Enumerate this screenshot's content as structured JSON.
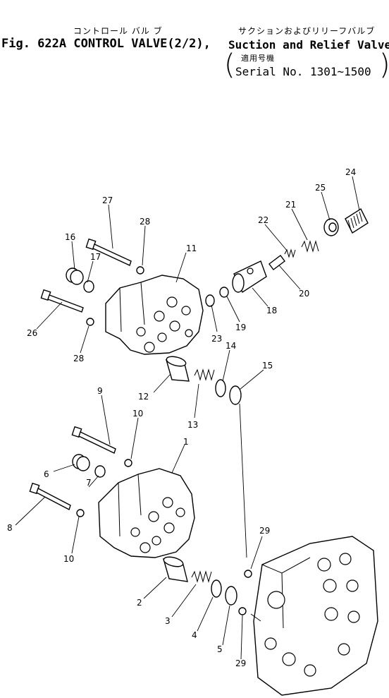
{
  "header": {
    "jp_left": "コントロール バル ブ",
    "title_left": "Fig. 622A CONTROL VALVE(2/2),",
    "jp_right": "サクションおよびリリーフバルブ",
    "title_right": "Suction and Relief Valve",
    "applicable_jp": "適用号機",
    "serial": "Serial No. 1301~1500"
  },
  "callouts": {
    "n1": "1",
    "n2": "2",
    "n3": "3",
    "n4": "4",
    "n5": "5",
    "n6": "6",
    "n7": "7",
    "n8": "8",
    "n9": "9",
    "n10a": "10",
    "n10b": "10",
    "n11": "11",
    "n12": "12",
    "n13": "13",
    "n14": "14",
    "n15": "15",
    "n16": "16",
    "n17": "17",
    "n18": "18",
    "n19": "19",
    "n20": "20",
    "n21": "21",
    "n22": "22",
    "n23": "23",
    "n24": "24",
    "n25": "25",
    "n26": "26",
    "n27": "27",
    "n28a": "28",
    "n28b": "28",
    "n29a": "29",
    "n29b": "29"
  }
}
